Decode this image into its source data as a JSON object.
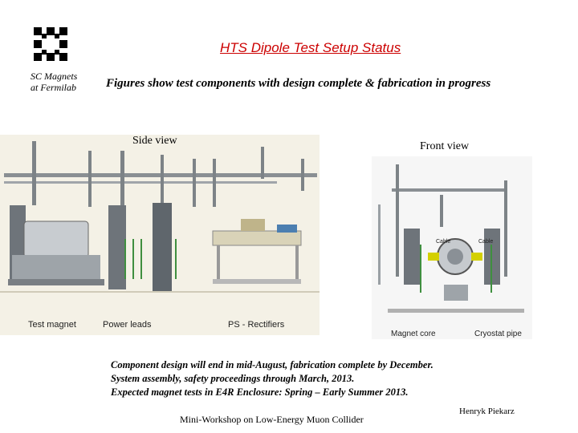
{
  "header": {
    "logo_icon": "fermilab-logo-icon",
    "sublogo_lines": [
      "SC Magnets",
      "at Fermilab"
    ],
    "title": "HTS Dipole Test Setup Status",
    "title_color": "#cc0000",
    "subtitle": "Figures show test components with design complete & fabrication in progress"
  },
  "side_view": {
    "label": "Side view",
    "captions": [
      "Test magnet",
      "Power leads",
      "PS - Rectifiers"
    ]
  },
  "front_view": {
    "label": "Front view",
    "captions": [
      "Magnet core",
      "Cryostat pipe"
    ],
    "cable_labels": [
      "Cable",
      "Cable"
    ]
  },
  "notes": [
    "Component design will end in mid-August, fabrication complete by December.",
    "System assembly, safety proceedings through March, 2013.",
    "Expected magnet tests in E4R Enclosure: Spring – Early Summer 2013."
  ],
  "footer": {
    "left": "Mini-Workshop on Low-Energy Muon Collider",
    "right": "Henryk Piekarz"
  }
}
